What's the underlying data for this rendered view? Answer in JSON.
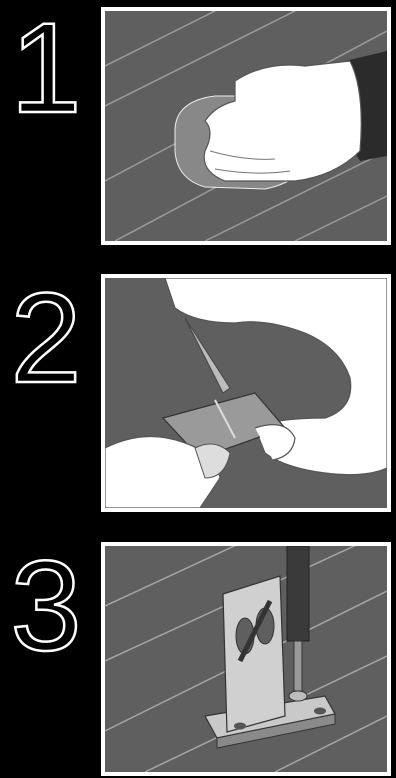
{
  "steps": [
    {
      "number": "1",
      "illustration": "hand-wiping-surface-icon"
    },
    {
      "number": "2",
      "illustration": "peeling-adhesive-backing-icon"
    },
    {
      "number": "3",
      "illustration": "screwdriver-fastening-bracket-icon"
    }
  ],
  "colors": {
    "background": "#000000",
    "panel": "#5f5f5f",
    "outline": "#ffffff"
  }
}
